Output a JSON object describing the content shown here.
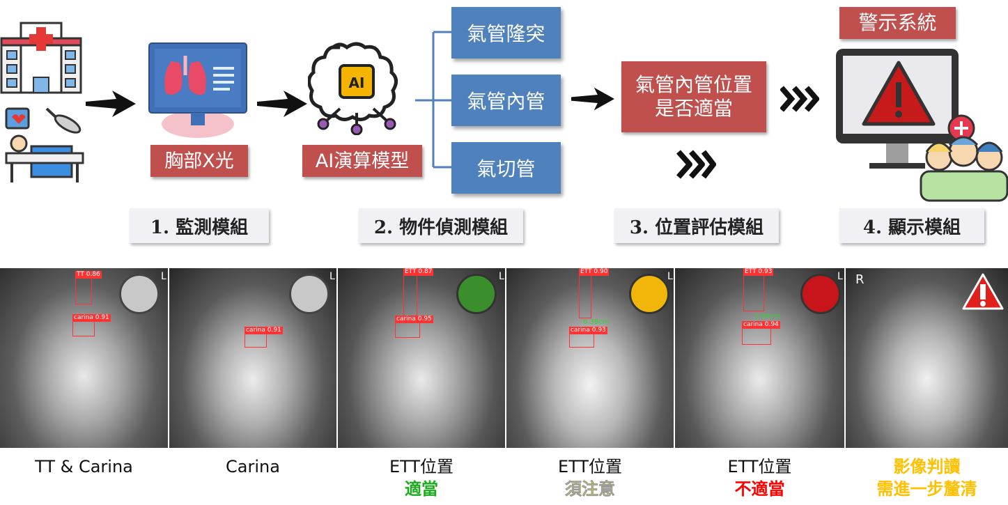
{
  "flow": {
    "step1_label": "胸部X光",
    "step2_label": "AI演算模型",
    "ai_chip_text": "AI",
    "branches": [
      "氣管隆突",
      "氣管內管",
      "氣切管"
    ],
    "step3_label": "氣管內管位置是否適當",
    "step4_label": "警示系統"
  },
  "modules": [
    "1. 監測模組",
    "2. 物件偵測模組",
    "3. 位置評估模組",
    "4. 顯示模組"
  ],
  "xrays": [
    {
      "corner": "L",
      "status_color": "#c8c8c8",
      "labels": [
        "TT 0.86",
        "carina 0.91"
      ]
    },
    {
      "corner": "L",
      "status_color": "#c8c8c8",
      "labels": [
        "carina 0.91"
      ]
    },
    {
      "corner": "L",
      "status_color": "#3a8f2c",
      "labels": [
        "ETT 0.87",
        "carina 0.95"
      ]
    },
    {
      "corner": "L",
      "status_color": "#f2b60a",
      "labels": [
        "ETT 0.90",
        "carina 0.93",
        "6.38cm"
      ]
    },
    {
      "corner": "L",
      "status_color": "#c8151b",
      "labels": [
        "ETT 0.93",
        "carina 0.94",
        "1.84cm"
      ]
    },
    {
      "corner": "R",
      "status_color": "#e0201a",
      "labels": []
    }
  ],
  "captions": [
    {
      "line1": "TT & Carina",
      "line2": "",
      "color2": ""
    },
    {
      "line1": "Carina",
      "line2": "",
      "color2": ""
    },
    {
      "line1": "ETT位置",
      "line2": "適當",
      "color2": "#1faa1f"
    },
    {
      "line1": "ETT位置",
      "line2": "須注意",
      "color2": "#e5e500"
    },
    {
      "line1": "ETT位置",
      "line2": "不適當",
      "color2": "#ff0000"
    },
    {
      "line1": "影像判讀",
      "line2": "需進一步釐清",
      "color2": "#ffc000",
      "color1": "#ffc000"
    }
  ]
}
